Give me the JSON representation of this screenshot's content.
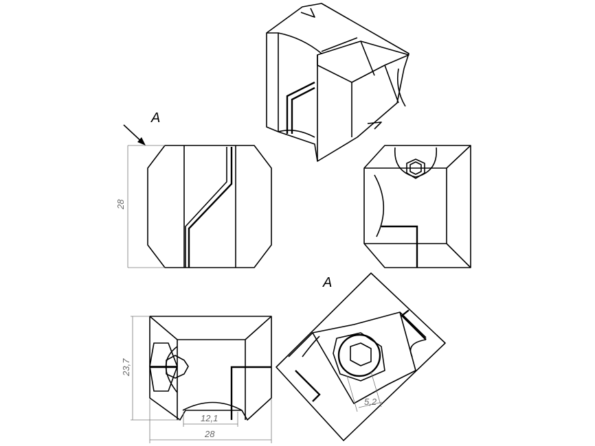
{
  "view_labels": {
    "top": "A",
    "rotated": "A"
  },
  "dimensions": {
    "front_height": "28",
    "side_height": "23,7",
    "slot_width": "12,1",
    "side_width": "28",
    "hex_size": "5,2"
  },
  "colors": {
    "line": "#000000",
    "dimension": "#777777"
  }
}
